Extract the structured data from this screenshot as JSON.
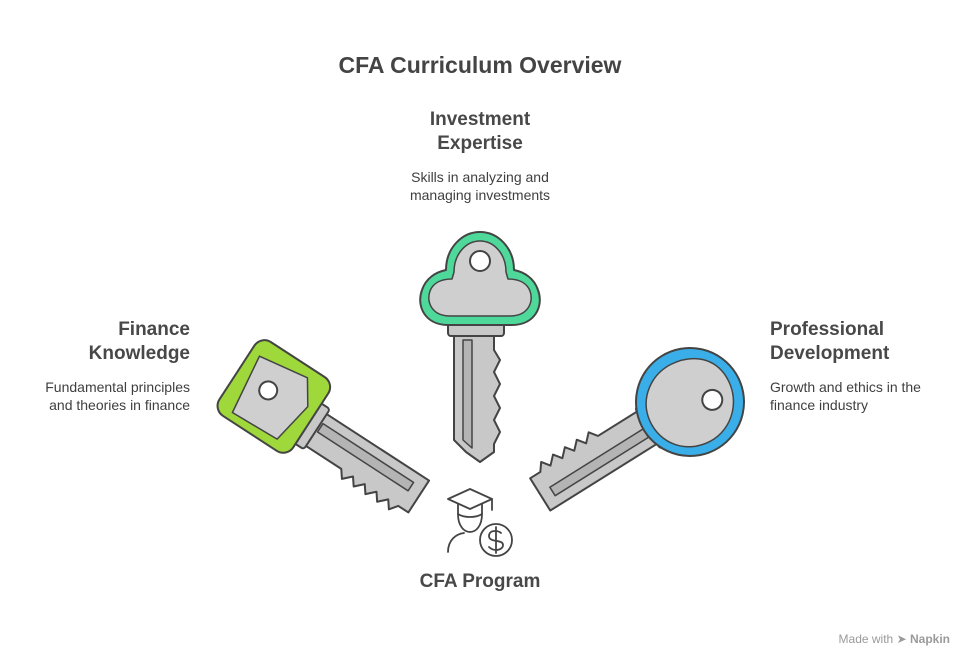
{
  "title": "CFA Curriculum Overview",
  "center": {
    "label": "CFA Program",
    "icon": "graduate-dollar-icon"
  },
  "items": [
    {
      "heading_lines": [
        "Investment",
        "Expertise"
      ],
      "desc_lines": [
        "Skills in analyzing and",
        "managing investments"
      ],
      "color": "#4ed99b",
      "key_icon": "cloverleaf-key-icon"
    },
    {
      "heading_lines": [
        "Finance",
        "Knowledge"
      ],
      "desc_lines": [
        "Fundamental principles",
        "and theories in finance"
      ],
      "color": "#9ed83a",
      "key_icon": "diamond-key-icon"
    },
    {
      "heading_lines": [
        "Professional",
        "Development"
      ],
      "desc_lines": [
        "Growth and ethics in the",
        "finance industry"
      ],
      "color": "#3aaee8",
      "key_icon": "round-key-icon"
    }
  ],
  "colors": {
    "key_metal": "#c8c8c8",
    "outline": "#444444"
  },
  "watermark": {
    "prefix": "Made with",
    "brand": "Napkin"
  }
}
